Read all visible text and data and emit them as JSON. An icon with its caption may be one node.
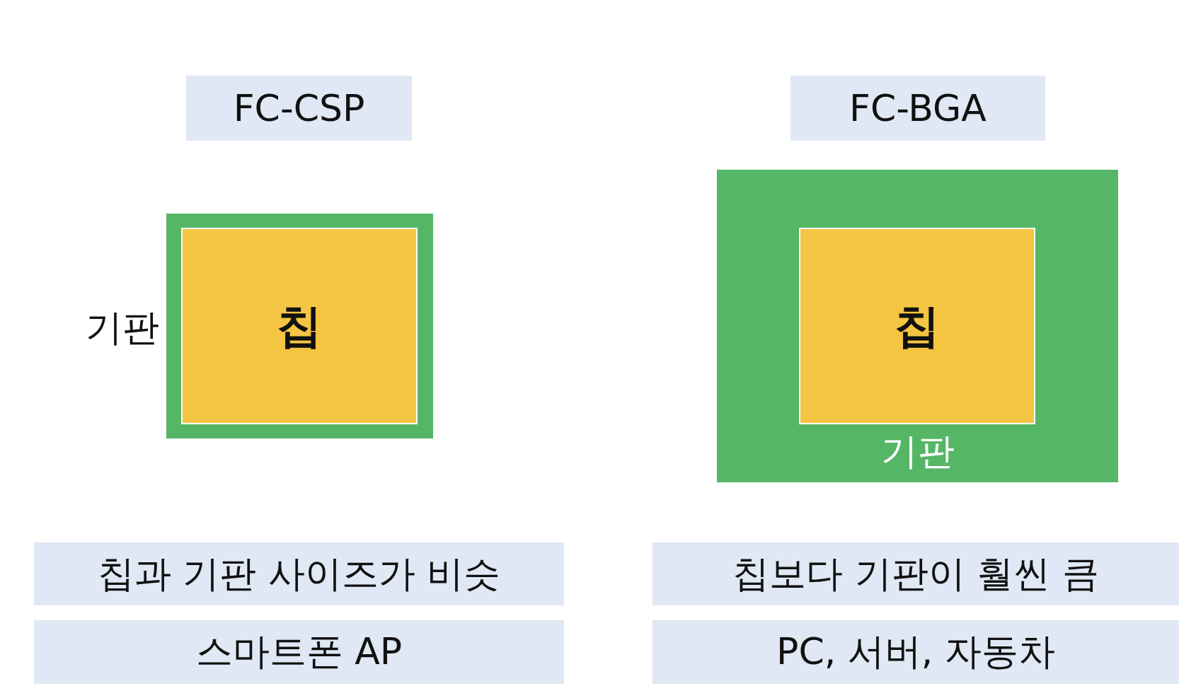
{
  "diagram": {
    "nodes": [
      {
        "text": [
          "FC-CSP"
        ]
      },
      {
        "text": [],
        "shape": "box",
        "beside": [
          "기판"
        ]
      },
      {
        "text": [
          "칩"
        ],
        "in": 1
      },
      {
        "text": [
          "칩과 기판 사이즈가 비슷"
        ]
      },
      {
        "text": [
          "스마트폰 AP"
        ]
      },
      {
        "text": [
          "FC-BGA"
        ]
      },
      {
        "text": [
          "기판"
        ]
      },
      {
        "text": [
          "칩"
        ],
        "in": 6
      },
      {
        "text": [
          "칩보다 기판이 훨씬 큼"
        ]
      },
      {
        "text": [
          "PC, 서버, 자동차"
        ]
      }
    ]
  }
}
